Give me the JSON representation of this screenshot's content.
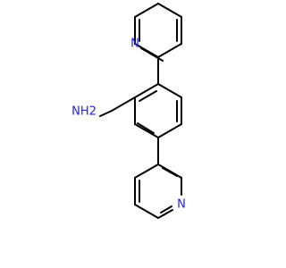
{
  "molecule": {
    "atoms": {
      "top_pyridine_n": "N",
      "bottom_pyridine_n": "N",
      "amine": "NH2"
    },
    "colors": {
      "bond": "#000000",
      "nitrogen": "#1f1fff"
    }
  }
}
